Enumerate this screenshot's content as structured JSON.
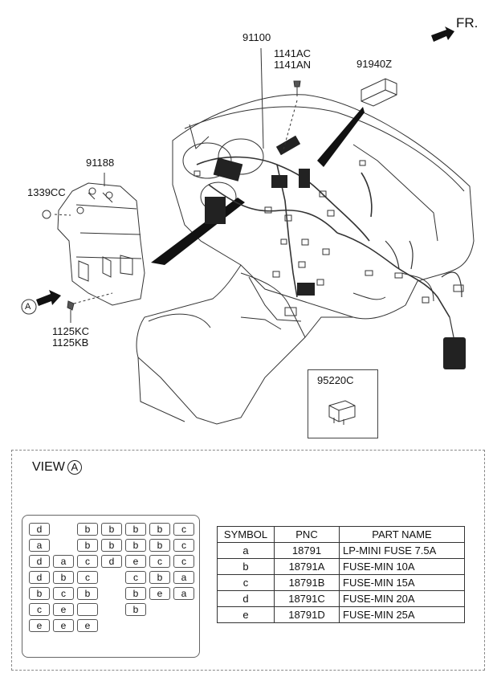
{
  "labels": {
    "fr": "FR.",
    "p91100": "91100",
    "p1141ac": "1141AC",
    "p1141an": "1141AN",
    "p91940z": "91940Z",
    "p91188": "91188",
    "p1339cc": "1339CC",
    "pA": "A",
    "p1125kc": "1125KC",
    "p1125kb": "1125KB",
    "p95220c": "95220C"
  },
  "view": {
    "title": "VIEW",
    "marker": "A"
  },
  "fuses": [
    "d",
    "b",
    "b",
    "b",
    "b",
    "c",
    "a",
    "b",
    "b",
    "b",
    "b",
    "c",
    "d",
    "a",
    "c",
    "d",
    "e",
    "c",
    "c",
    "d",
    "b",
    "c",
    "c",
    "b",
    "a",
    "b",
    "c",
    "b",
    "b",
    "e",
    "a",
    "c",
    "e",
    "b",
    "e",
    "e",
    "e"
  ],
  "table": {
    "headers": [
      "SYMBOL",
      "PNC",
      "PART NAME"
    ],
    "rows": [
      [
        "a",
        "18791",
        "LP-MINI FUSE 7.5A"
      ],
      [
        "b",
        "18791A",
        "FUSE-MIN 10A"
      ],
      [
        "c",
        "18791B",
        "FUSE-MIN 15A"
      ],
      [
        "d",
        "18791C",
        "FUSE-MIN 20A"
      ],
      [
        "e",
        "18791D",
        "FUSE-MIN 25A"
      ]
    ]
  }
}
